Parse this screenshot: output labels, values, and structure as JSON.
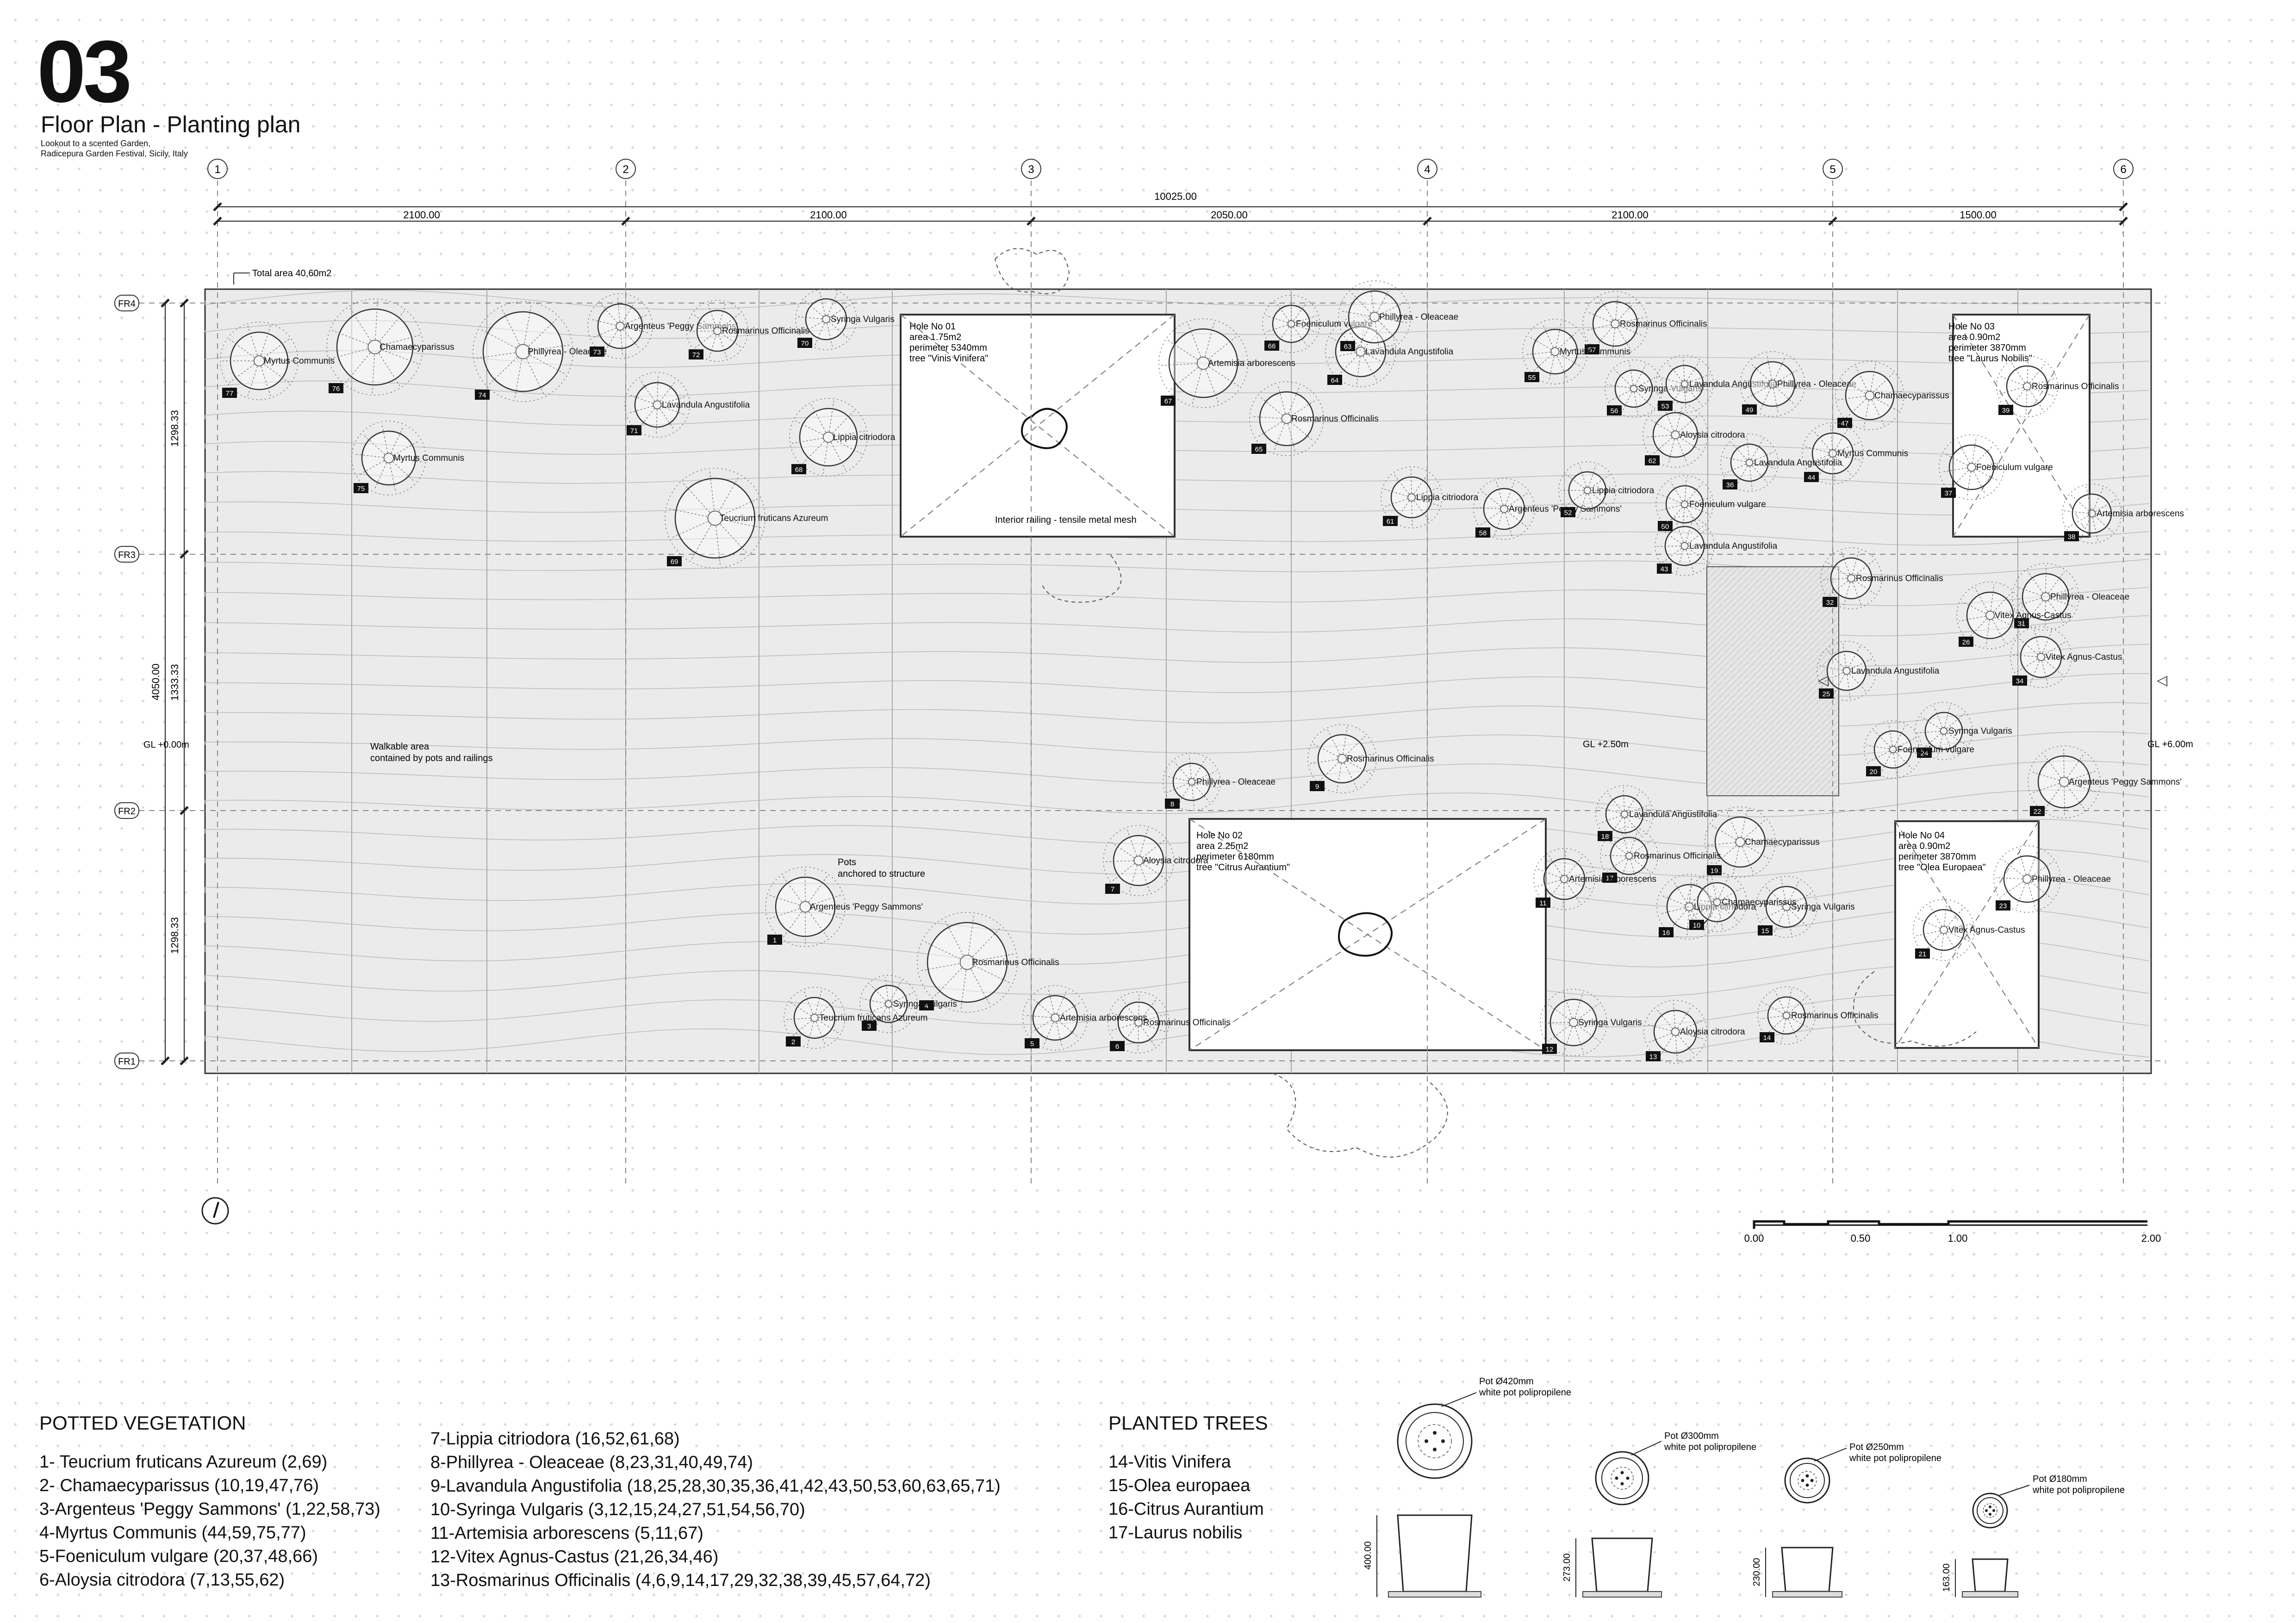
{
  "header": {
    "number": "03",
    "title": "Floor Plan - Planting plan",
    "subtitle_line1": "Lookout to a scented Garden,",
    "subtitle_line2": "Radicepura Garden Festival, Sicily, Italy"
  },
  "grid": {
    "columns": [
      "1",
      "2",
      "3",
      "4",
      "5",
      "6"
    ],
    "rows": [
      "FR1",
      "FR2",
      "FR3",
      "FR4"
    ],
    "dim_total": "10025.00",
    "dims": [
      "2100.00",
      "2100.00",
      "2050.00",
      "2100.00",
      "1500.00"
    ],
    "vdim_total": "4050.00",
    "vdims": [
      "1298.33",
      "1333.33",
      "1298.33"
    ]
  },
  "plan": {
    "total_area": "Total area 40,60m2",
    "gl_left": "GL +0.00m",
    "gl_mid": "GL +2.50m",
    "gl_right": "GL +6.00m",
    "walkable_1": "Walkable area",
    "walkable_2": "contained by pots and railings",
    "railing_note": "Interior railing - tensile metal mesh",
    "pots_note_1": "Pots",
    "pots_note_2": "anchored to structure",
    "holes": [
      {
        "l1": "Hole No 01",
        "l2": "area 1.75m2",
        "l3": "perimeter 5340mm",
        "l4": "tree \"Vinis Vinifera\""
      },
      {
        "l1": "Hole No 02",
        "l2": "area 2.25m2",
        "l3": "perimeter 6180mm",
        "l4": "tree \"Citrus Aurantium\""
      },
      {
        "l1": "Hole No 03",
        "l2": "area 0.90m2",
        "l3": "perimeter 3870mm",
        "l4": "tree \"Laurus Nobilis\""
      },
      {
        "l1": "Hole No 04",
        "l2": "area 0.90m2",
        "l3": "perimeter 3870mm",
        "l4": "tree \"Olea Europaea\""
      }
    ],
    "plants": [
      {
        "n": "77",
        "label": "Myrtus Communis"
      },
      {
        "n": "76",
        "label": "Chamaecyparissus"
      },
      {
        "n": "75",
        "label": "Myrtus Communis"
      },
      {
        "n": "74",
        "label": "Phillyrea - Oleaceae"
      },
      {
        "n": "73",
        "label": "Argenteus 'Peggy Sammons'"
      },
      {
        "n": "72",
        "label": "Rosmarinus Officinalis"
      },
      {
        "n": "71",
        "label": "Lavandula Angustifolia"
      },
      {
        "n": "70",
        "label": "Syringa Vulgaris"
      },
      {
        "n": "68",
        "label": "Lippia citriodora"
      },
      {
        "n": "69",
        "label": "Teucrium fruticans Azureum"
      },
      {
        "n": "67",
        "label": "Artemisia arborescens"
      },
      {
        "n": "66",
        "label": "Foeniculum vulgare"
      },
      {
        "n": "65",
        "label": "Rosmarinus Officinalis"
      },
      {
        "n": "64",
        "label": "Lavandula Angustifolia"
      },
      {
        "n": "63",
        "label": "Phillyrea - Oleaceae"
      },
      {
        "n": "62",
        "label": "Aloysia citrodora"
      },
      {
        "n": "61",
        "label": "Lippia citriodora"
      },
      {
        "n": "58",
        "label": "Argenteus 'Peggy Sammons'"
      },
      {
        "n": "57",
        "label": "Rosmarinus Officinalis"
      },
      {
        "n": "56",
        "label": "Syringa Vulgaris"
      },
      {
        "n": "55",
        "label": "Myrtus Communis"
      },
      {
        "n": "53",
        "label": "Lavandula Angustifolia"
      },
      {
        "n": "52",
        "label": "Lippia citriodora"
      },
      {
        "n": "50",
        "label": "Foeniculum vulgare"
      },
      {
        "n": "49",
        "label": "Phillyrea - Oleaceae"
      },
      {
        "n": "47",
        "label": "Chamaecyparissus"
      },
      {
        "n": "44",
        "label": "Myrtus Communis"
      },
      {
        "n": "43",
        "label": "Lavandula Angustifolia"
      },
      {
        "n": "39",
        "label": "Rosmarinus Officinalis"
      },
      {
        "n": "38",
        "label": "Artemisia arborescens"
      },
      {
        "n": "37",
        "label": "Foeniculum vulgare"
      },
      {
        "n": "36",
        "label": "Lavandula Angustifolia"
      },
      {
        "n": "32",
        "label": "Rosmarinus Officinalis"
      },
      {
        "n": "31",
        "label": "Phillyrea - Oleaceae"
      },
      {
        "n": "34",
        "label": "Vitex Agnus-Castus"
      },
      {
        "n": "26",
        "label": "Vitex Agnus-Castus"
      },
      {
        "n": "25",
        "label": "Lavandula Angustifolia"
      },
      {
        "n": "24",
        "label": "Syringa Vulgaris"
      },
      {
        "n": "22",
        "label": "Argenteus 'Peggy Sammons'"
      },
      {
        "n": "23",
        "label": "Phillyrea - Oleaceae"
      },
      {
        "n": "21",
        "label": "Vitex Agnus-Castus"
      },
      {
        "n": "20",
        "label": "Foeniculum vulgare"
      },
      {
        "n": "19",
        "label": "Chamaecyparissus"
      },
      {
        "n": "18",
        "label": "Lavandula Angustifolia"
      },
      {
        "n": "17",
        "label": "Rosmarinus Officinalis"
      },
      {
        "n": "16",
        "label": "Lippia citriodora"
      },
      {
        "n": "15",
        "label": "Syringa Vulgaris"
      },
      {
        "n": "14",
        "label": "Rosmarinus Officinalis"
      },
      {
        "n": "13",
        "label": "Aloysia citrodora"
      },
      {
        "n": "12",
        "label": "Syringa Vulgaris"
      },
      {
        "n": "11",
        "label": "Artemisia arborescens"
      },
      {
        "n": "10",
        "label": "Chamaecyparissus"
      },
      {
        "n": "9",
        "label": "Rosmarinus Officinalis"
      },
      {
        "n": "8",
        "label": "Phillyrea - Oleaceae"
      },
      {
        "n": "7",
        "label": "Aloysia citrodora"
      },
      {
        "n": "6",
        "label": "Rosmarinus Officinalis"
      },
      {
        "n": "5",
        "label": "Artemisia arborescens"
      },
      {
        "n": "4",
        "label": "Rosmarinus Officinalis"
      },
      {
        "n": "3",
        "label": "Syringa Vulgaris"
      },
      {
        "n": "2",
        "label": "Teucrium fruticans Azureum"
      },
      {
        "n": "1",
        "label": "Argenteus 'Peggy Sammons'"
      }
    ]
  },
  "scale_bar": [
    "0.00",
    "0.50",
    "1.00",
    "2.00"
  ],
  "legend": {
    "potted_title": "POTTED VEGETATION",
    "potted_col1": [
      "1- Teucrium fruticans Azureum (2,69)",
      "2- Chamaecyparissus (10,19,47,76)",
      "3-Argenteus 'Peggy Sammons' (1,22,58,73)",
      "4-Myrtus Communis (44,59,75,77)",
      "5-Foeniculum vulgare (20,37,48,66)",
      "6-Aloysia citrodora (7,13,55,62)"
    ],
    "potted_col2": [
      "7-Lippia citriodora (16,52,61,68)",
      "8-Phillyrea - Oleaceae (8,23,31,40,49,74)",
      "9-Lavandula Angustifolia (18,25,28,30,35,36,41,42,43,50,53,60,63,65,71)",
      "10-Syringa Vulgaris (3,12,15,24,27,51,54,56,70)",
      "11-Artemisia arborescens (5,11,67)",
      "12-Vitex Agnus-Castus (21,26,34,46)",
      "13-Rosmarinus Officinalis (4,6,9,14,17,29,32,38,39,45,57,64,72)"
    ],
    "trees_title": "PLANTED TREES",
    "trees": [
      "14-Vitis Vinifera",
      "15-Olea europaea",
      "16-Citrus Aurantium",
      "17-Laurus nobilis"
    ]
  },
  "pots": [
    {
      "name": "Pot Ø420mm",
      "desc": "white pot polipropilene",
      "height": "400.00"
    },
    {
      "name": "Pot Ø300mm",
      "desc": "white pot polipropilene",
      "height": "273.00"
    },
    {
      "name": "Pot Ø250mm",
      "desc": "white pot polipropilene",
      "height": "230.00"
    },
    {
      "name": "Pot Ø180mm",
      "desc": "white pot polipropilene",
      "height": "163.00"
    }
  ]
}
